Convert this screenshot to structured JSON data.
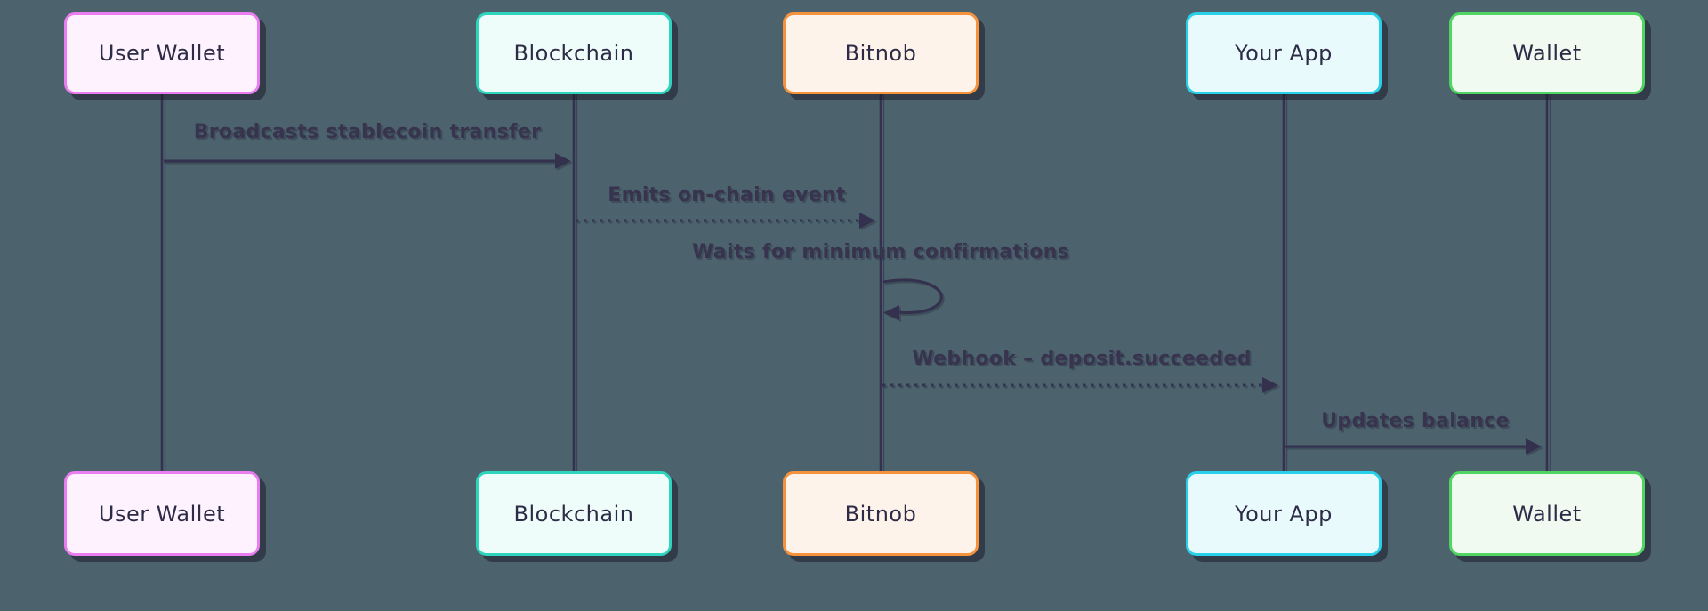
{
  "diagram": {
    "type": "sequence-diagram",
    "background_color": "#4c636d",
    "line_color": "#34314f",
    "label_text_color": "#38344f",
    "actor_text_color": "#2d2b46",
    "shadow_color": "rgba(24,22,36,0.5)"
  },
  "actors": [
    {
      "name": "User Wallet",
      "border_color": "#ea7df0",
      "fill_color": "#fdf2fe"
    },
    {
      "name": "Blockchain",
      "border_color": "#2fd4bf",
      "fill_color": "#eefcfa"
    },
    {
      "name": "Bitnob",
      "border_color": "#f6923c",
      "fill_color": "#fdf3ea"
    },
    {
      "name": "Your App",
      "border_color": "#28d0ea",
      "fill_color": "#e9fafd"
    },
    {
      "name": "Wallet",
      "border_color": "#50d462",
      "fill_color": "#f1faf0"
    }
  ],
  "messages": [
    {
      "from": "User Wallet",
      "to": "Blockchain",
      "label": "Broadcasts stablecoin transfer",
      "line": "solid"
    },
    {
      "from": "Blockchain",
      "to": "Bitnob",
      "label": "Emits on-chain event",
      "line": "dotted"
    },
    {
      "from": "Bitnob",
      "to": "Bitnob",
      "label": "Waits for minimum confirmations",
      "line": "self-loop"
    },
    {
      "from": "Bitnob",
      "to": "Your App",
      "label": "Webhook – deposit.succeeded",
      "line": "dotted"
    },
    {
      "from": "Your App",
      "to": "Wallet",
      "label": "Updates balance",
      "line": "solid"
    }
  ]
}
